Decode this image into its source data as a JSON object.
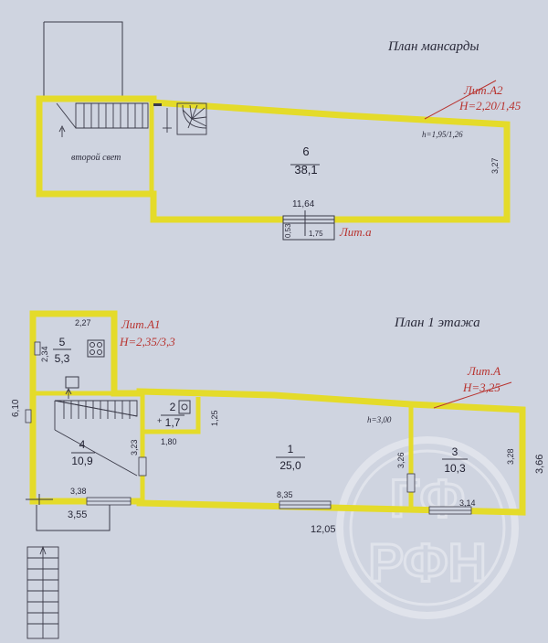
{
  "attic": {
    "title": "План мансарды",
    "lit_label": "Лит.А2",
    "lit_height": "H=2,20/1,45",
    "inner_height": "h=1,95/1,26",
    "second_light": "второй свет",
    "room_number": "6",
    "room_area": "38,1",
    "dim_length": "11,64",
    "dim_width": "3,27",
    "small_dim_1": "0,53",
    "small_dim_2": "1,75",
    "lit_a_small": "Лит.а"
  },
  "ground": {
    "title": "План 1 этажа",
    "lit_a1_label": "Лит.А1",
    "lit_a1_height": "H=2,35/3,3",
    "lit_a_label": "Лит.А",
    "lit_a_height": "H=3,25",
    "inner_height": "h=3,00",
    "rooms": [
      {
        "number": "5",
        "area": "5,3"
      },
      {
        "number": "4",
        "area": "10,9"
      },
      {
        "number": "2",
        "area": "1,7"
      },
      {
        "number": "1",
        "area": "25,0"
      },
      {
        "number": "3",
        "area": "10,3"
      }
    ],
    "dims": {
      "d_227": "2,27",
      "d_234": "2,34",
      "d_610": "6,10",
      "d_125": "1,25",
      "d_180": "1,80",
      "d_323": "3,23",
      "d_338": "3,38",
      "d_355": "3,55",
      "d_835": "8,35",
      "d_1205": "12,05",
      "d_314": "3,14",
      "d_326": "3,26",
      "d_328": "3,28",
      "d_366": "3,66",
      "d_300": "h=3,00"
    }
  },
  "colors": {
    "background": "#cfd4e0",
    "wall": "#e4db2a",
    "label_red": "#b8332f",
    "watermark": "#e9ebf1"
  },
  "watermark": {
    "line1": "ГФ",
    "line2": "РФН"
  }
}
